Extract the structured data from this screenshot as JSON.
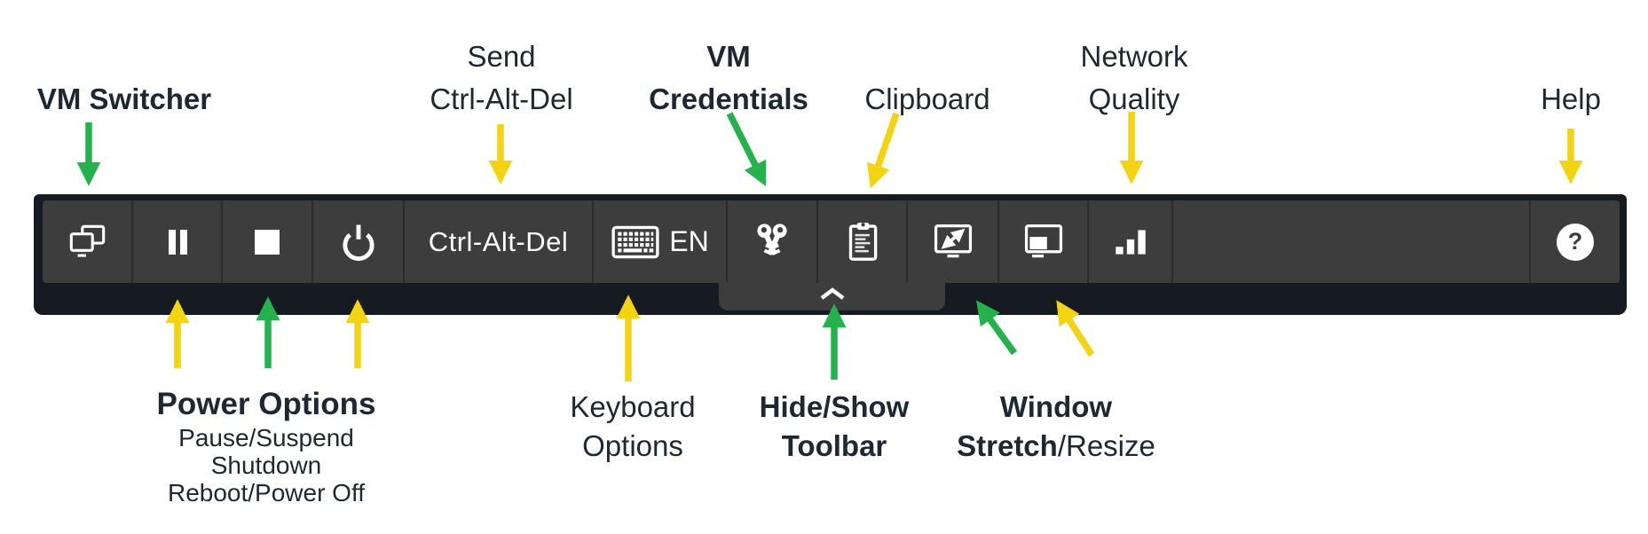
{
  "colors": {
    "arrow_green": "#24b24c",
    "arrow_yellow": "#f3d411",
    "toolbar_bg": "#3d3d3d",
    "toolbar_frame": "#161b22",
    "toolbar_separator": "#2b2b2b",
    "icon_color": "#ffffff",
    "label_text": "#1e2833"
  },
  "toolbar": {
    "buttons": [
      {
        "name": "vm-switcher",
        "icon": "vm-switcher-icon"
      },
      {
        "name": "pause",
        "icon": "pause-icon"
      },
      {
        "name": "stop",
        "icon": "stop-icon"
      },
      {
        "name": "power",
        "icon": "power-icon"
      },
      {
        "name": "ctrl-alt-del",
        "label": "Ctrl-Alt-Del"
      },
      {
        "name": "keyboard",
        "icon": "keyboard-icon",
        "label": "EN"
      },
      {
        "name": "vm-credentials",
        "icon": "keys-icon"
      },
      {
        "name": "clipboard",
        "icon": "clipboard-icon"
      },
      {
        "name": "window-stretch",
        "icon": "stretch-arrows-icon"
      },
      {
        "name": "window-resize",
        "icon": "window-resize-icon"
      },
      {
        "name": "network-quality",
        "icon": "signal-bars-icon"
      },
      {
        "name": "help",
        "label": "?"
      }
    ],
    "hide_tab_icon": "chevron-up-icon"
  },
  "annotations": {
    "vm_switcher": {
      "label": "VM Switcher"
    },
    "send_cad": {
      "line1": "Send",
      "line2": "Ctrl-Alt-Del"
    },
    "vm_credentials": {
      "line1": "VM",
      "line2": "Credentials"
    },
    "clipboard": {
      "label": "Clipboard"
    },
    "network_quality": {
      "line1": "Network",
      "line2": "Quality"
    },
    "help": {
      "label": "Help"
    },
    "power_options": {
      "title": "Power Options",
      "items": [
        "Pause/Suspend",
        "Shutdown",
        "Reboot/Power Off"
      ]
    },
    "keyboard_options": {
      "line1": "Keyboard",
      "line2": "Options"
    },
    "hide_show_toolbar": {
      "line1": "Hide/Show",
      "line2": "Toolbar"
    },
    "window_stretch": {
      "line1": "Window",
      "line2_bold": "Stretch",
      "line2_regular": "/Resize"
    }
  }
}
